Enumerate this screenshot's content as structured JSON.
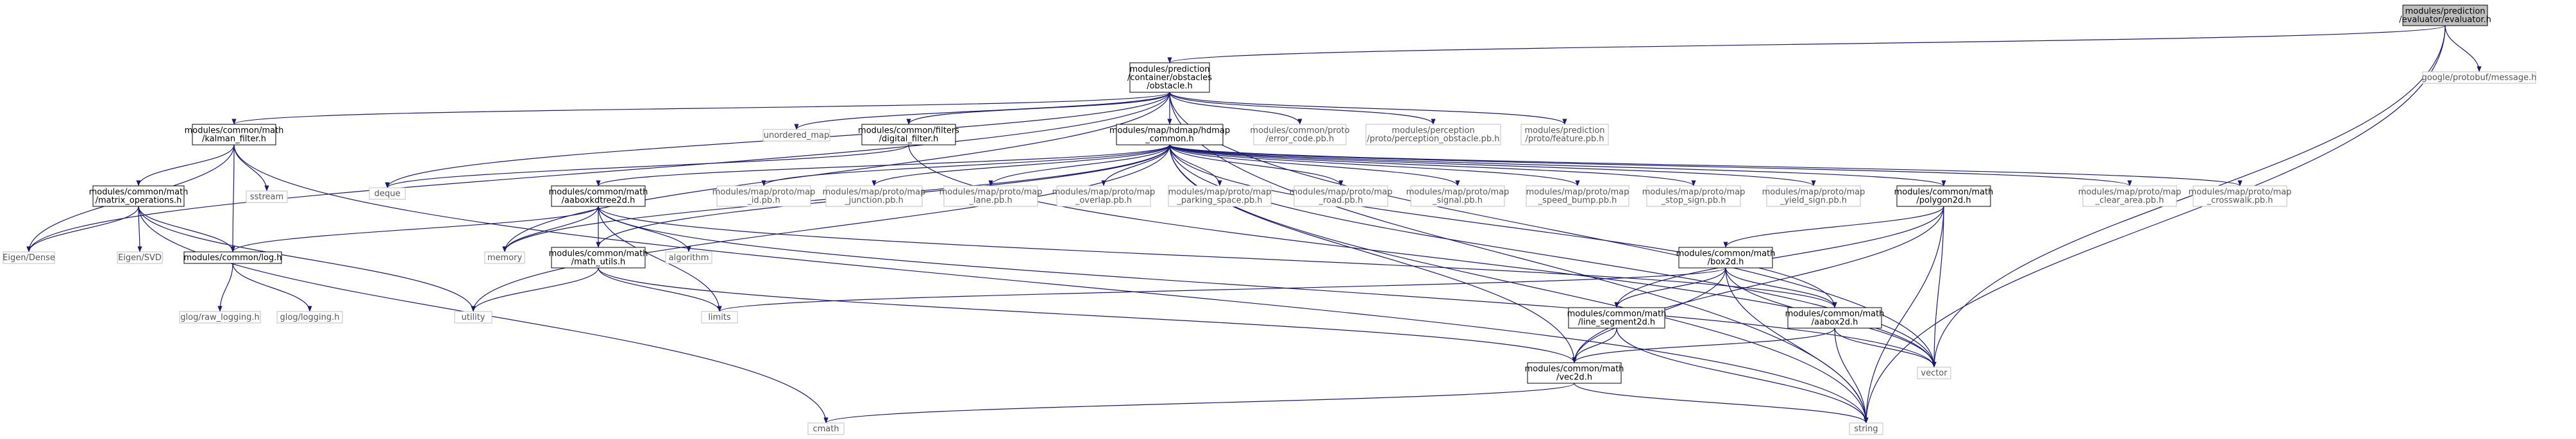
{
  "nodes": [
    {
      "id": "root",
      "lines": [
        "modules/prediction",
        "/evaluator/evaluator.h"
      ],
      "style": "root"
    },
    {
      "id": "obstacle",
      "lines": [
        "modules/prediction",
        "/container/obstacles",
        "/obstacle.h"
      ],
      "style": "box"
    },
    {
      "id": "protobuf_msg",
      "lines": [
        "google/protobuf/message.h"
      ],
      "style": "sys"
    },
    {
      "id": "kalman",
      "lines": [
        "modules/common/math",
        "/kalman_filter.h"
      ],
      "style": "box"
    },
    {
      "id": "unordered_map",
      "lines": [
        "unordered_map"
      ],
      "style": "sys"
    },
    {
      "id": "digital_filter",
      "lines": [
        "modules/common/filters",
        "/digital_filter.h"
      ],
      "style": "box"
    },
    {
      "id": "hdmap_common",
      "lines": [
        "modules/map/hdmap/hdmap",
        "_common.h"
      ],
      "style": "box"
    },
    {
      "id": "error_code",
      "lines": [
        "modules/common/proto",
        "/error_code.pb.h"
      ],
      "style": "sys"
    },
    {
      "id": "perception_obstacle",
      "lines": [
        "modules/perception",
        "/proto/perception_obstacle.pb.h"
      ],
      "style": "sys"
    },
    {
      "id": "feature_pb",
      "lines": [
        "modules/prediction",
        "/proto/feature.pb.h"
      ],
      "style": "sys"
    },
    {
      "id": "matrix_ops",
      "lines": [
        "modules/common/math",
        "/matrix_operations.h"
      ],
      "style": "box"
    },
    {
      "id": "sstream",
      "lines": [
        "sstream"
      ],
      "style": "sys"
    },
    {
      "id": "deque",
      "lines": [
        "deque"
      ],
      "style": "sys"
    },
    {
      "id": "aaboxkdtree",
      "lines": [
        "modules/common/math",
        "/aaboxkdtree2d.h"
      ],
      "style": "box"
    },
    {
      "id": "id_pb",
      "lines": [
        "modules/map/proto/map",
        "_id.pb.h"
      ],
      "style": "sys"
    },
    {
      "id": "junction_pb",
      "lines": [
        "modules/map/proto/map",
        "_junction.pb.h"
      ],
      "style": "sys"
    },
    {
      "id": "lane_pb",
      "lines": [
        "modules/map/proto/map",
        "_lane.pb.h"
      ],
      "style": "sys"
    },
    {
      "id": "overlap_pb",
      "lines": [
        "modules/map/proto/map",
        "_overlap.pb.h"
      ],
      "style": "sys"
    },
    {
      "id": "parking_pb",
      "lines": [
        "modules/map/proto/map",
        "_parking_space.pb.h"
      ],
      "style": "sys"
    },
    {
      "id": "road_pb",
      "lines": [
        "modules/map/proto/map",
        "_road.pb.h"
      ],
      "style": "sys"
    },
    {
      "id": "signal_pb",
      "lines": [
        "modules/map/proto/map",
        "_signal.pb.h"
      ],
      "style": "sys"
    },
    {
      "id": "speed_bump_pb",
      "lines": [
        "modules/map/proto/map",
        "_speed_bump.pb.h"
      ],
      "style": "sys"
    },
    {
      "id": "stop_sign_pb",
      "lines": [
        "modules/map/proto/map",
        "_stop_sign.pb.h"
      ],
      "style": "sys"
    },
    {
      "id": "yield_sign_pb",
      "lines": [
        "modules/map/proto/map",
        "_yield_sign.pb.h"
      ],
      "style": "sys"
    },
    {
      "id": "polygon2d",
      "lines": [
        "modules/common/math",
        "/polygon2d.h"
      ],
      "style": "box"
    },
    {
      "id": "clear_area_pb",
      "lines": [
        "modules/map/proto/map",
        "_clear_area.pb.h"
      ],
      "style": "sys"
    },
    {
      "id": "crosswalk_pb",
      "lines": [
        "modules/map/proto/map",
        "_crosswalk.pb.h"
      ],
      "style": "sys"
    },
    {
      "id": "eigen_dense",
      "lines": [
        "Eigen/Dense"
      ],
      "style": "sys"
    },
    {
      "id": "eigen_svd",
      "lines": [
        "Eigen/SVD"
      ],
      "style": "sys"
    },
    {
      "id": "log_h",
      "lines": [
        "modules/common/log.h"
      ],
      "style": "box"
    },
    {
      "id": "memory",
      "lines": [
        "memory"
      ],
      "style": "sys"
    },
    {
      "id": "math_utils",
      "lines": [
        "modules/common/math",
        "/math_utils.h"
      ],
      "style": "box"
    },
    {
      "id": "algorithm",
      "lines": [
        "algorithm"
      ],
      "style": "sys"
    },
    {
      "id": "box2d",
      "lines": [
        "modules/common/math",
        "/box2d.h"
      ],
      "style": "box"
    },
    {
      "id": "glog_raw",
      "lines": [
        "glog/raw_logging.h"
      ],
      "style": "sys"
    },
    {
      "id": "glog_logging",
      "lines": [
        "glog/logging.h"
      ],
      "style": "sys"
    },
    {
      "id": "utility",
      "lines": [
        "utility"
      ],
      "style": "sys"
    },
    {
      "id": "limits",
      "lines": [
        "limits"
      ],
      "style": "sys"
    },
    {
      "id": "line_segment2d",
      "lines": [
        "modules/common/math",
        "/line_segment2d.h"
      ],
      "style": "box"
    },
    {
      "id": "aabox2d",
      "lines": [
        "modules/common/math",
        "/aabox2d.h"
      ],
      "style": "box"
    },
    {
      "id": "vector",
      "lines": [
        "vector"
      ],
      "style": "sys"
    },
    {
      "id": "vec2d",
      "lines": [
        "modules/common/math",
        "/vec2d.h"
      ],
      "style": "box"
    },
    {
      "id": "cmath",
      "lines": [
        "cmath"
      ],
      "style": "sys"
    },
    {
      "id": "string",
      "lines": [
        "string"
      ],
      "style": "sys"
    }
  ],
  "edges": [
    [
      "root",
      "obstacle"
    ],
    [
      "root",
      "protobuf_msg"
    ],
    [
      "root",
      "vector"
    ],
    [
      "root",
      "string"
    ],
    [
      "obstacle",
      "kalman"
    ],
    [
      "obstacle",
      "unordered_map"
    ],
    [
      "obstacle",
      "digital_filter"
    ],
    [
      "obstacle",
      "hdmap_common"
    ],
    [
      "obstacle",
      "error_code"
    ],
    [
      "obstacle",
      "perception_obstacle"
    ],
    [
      "obstacle",
      "feature_pb"
    ],
    [
      "obstacle",
      "eigen_dense"
    ],
    [
      "obstacle",
      "deque"
    ],
    [
      "obstacle",
      "memory"
    ],
    [
      "obstacle",
      "vector"
    ],
    [
      "obstacle",
      "string"
    ],
    [
      "kalman",
      "matrix_ops"
    ],
    [
      "kalman",
      "sstream"
    ],
    [
      "kalman",
      "eigen_dense"
    ],
    [
      "kalman",
      "log_h"
    ],
    [
      "kalman",
      "string"
    ],
    [
      "digital_filter",
      "deque"
    ],
    [
      "digital_filter",
      "vector"
    ],
    [
      "matrix_ops",
      "eigen_dense"
    ],
    [
      "matrix_ops",
      "eigen_svd"
    ],
    [
      "matrix_ops",
      "log_h"
    ],
    [
      "matrix_ops",
      "utility"
    ],
    [
      "matrix_ops",
      "cmath"
    ],
    [
      "log_h",
      "glog_raw"
    ],
    [
      "log_h",
      "glog_logging"
    ],
    [
      "hdmap_common",
      "aaboxkdtree"
    ],
    [
      "hdmap_common",
      "id_pb"
    ],
    [
      "hdmap_common",
      "junction_pb"
    ],
    [
      "hdmap_common",
      "lane_pb"
    ],
    [
      "hdmap_common",
      "overlap_pb"
    ],
    [
      "hdmap_common",
      "parking_pb"
    ],
    [
      "hdmap_common",
      "road_pb"
    ],
    [
      "hdmap_common",
      "signal_pb"
    ],
    [
      "hdmap_common",
      "speed_bump_pb"
    ],
    [
      "hdmap_common",
      "stop_sign_pb"
    ],
    [
      "hdmap_common",
      "yield_sign_pb"
    ],
    [
      "hdmap_common",
      "polygon2d"
    ],
    [
      "hdmap_common",
      "clear_area_pb"
    ],
    [
      "hdmap_common",
      "crosswalk_pb"
    ],
    [
      "hdmap_common",
      "memory"
    ],
    [
      "hdmap_common",
      "math_utils"
    ],
    [
      "hdmap_common",
      "utility"
    ],
    [
      "hdmap_common",
      "vec2d"
    ],
    [
      "hdmap_common",
      "aabox2d"
    ],
    [
      "hdmap_common",
      "vector"
    ],
    [
      "hdmap_common",
      "string"
    ],
    [
      "aaboxkdtree",
      "log_h"
    ],
    [
      "aaboxkdtree",
      "memory"
    ],
    [
      "aaboxkdtree",
      "math_utils"
    ],
    [
      "aaboxkdtree",
      "algorithm"
    ],
    [
      "aaboxkdtree",
      "limits"
    ],
    [
      "aaboxkdtree",
      "aabox2d"
    ],
    [
      "aaboxkdtree",
      "vector"
    ],
    [
      "math_utils",
      "utility"
    ],
    [
      "math_utils",
      "limits"
    ],
    [
      "math_utils",
      "vec2d"
    ],
    [
      "polygon2d",
      "box2d"
    ],
    [
      "polygon2d",
      "line_segment2d"
    ],
    [
      "polygon2d",
      "vec2d"
    ],
    [
      "polygon2d",
      "vector"
    ],
    [
      "polygon2d",
      "string"
    ],
    [
      "box2d",
      "limits"
    ],
    [
      "box2d",
      "line_segment2d"
    ],
    [
      "box2d",
      "aabox2d"
    ],
    [
      "box2d",
      "vec2d"
    ],
    [
      "box2d",
      "vector"
    ],
    [
      "box2d",
      "string"
    ],
    [
      "line_segment2d",
      "vec2d"
    ],
    [
      "line_segment2d",
      "string"
    ],
    [
      "aabox2d",
      "vec2d"
    ],
    [
      "aabox2d",
      "vector"
    ],
    [
      "aabox2d",
      "string"
    ],
    [
      "vec2d",
      "cmath"
    ],
    [
      "vec2d",
      "string"
    ]
  ],
  "colors": {
    "edge": "#191970",
    "box_border": "#000000",
    "box_fill": "#ffffff",
    "root_fill": "#bfbfbf",
    "sys_border": "#bfbfbf",
    "sys_text": "#555555",
    "background": "#ffffff"
  }
}
